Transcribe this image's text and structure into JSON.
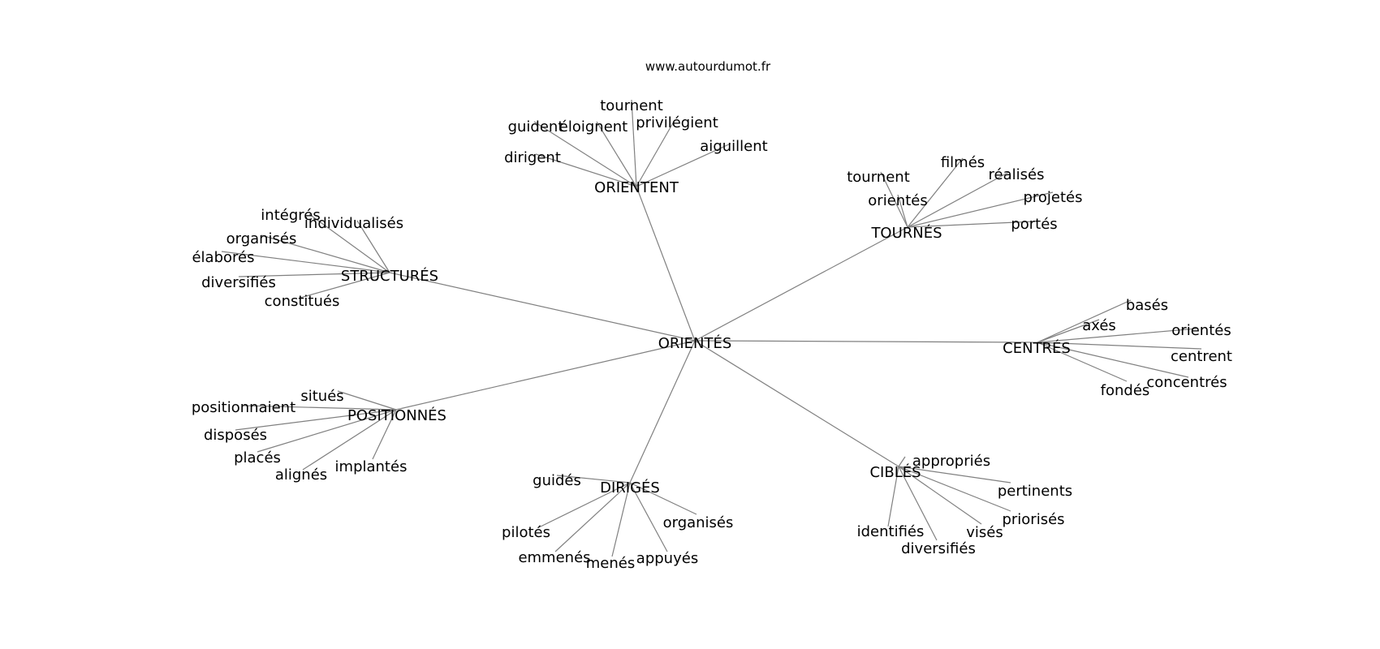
{
  "watermark": "www.autourdumot.fr",
  "center": {
    "label": "ORIENTÉS"
  },
  "colors": {
    "edge": "#808080",
    "text": "#000000",
    "background": "#ffffff"
  },
  "groups": [
    {
      "hub": "ORIENTENT",
      "leaves": [
        "tournent",
        "guident",
        "éloignent",
        "privilégient",
        "aiguillent",
        "dirigent"
      ]
    },
    {
      "hub": "TOURNÉS",
      "leaves": [
        "tournent",
        "filmés",
        "réalisés",
        "orientés",
        "projetés",
        "portés"
      ]
    },
    {
      "hub": "STRUCTURÉS",
      "leaves": [
        "intégrés",
        "individualisés",
        "organisés",
        "élaborés",
        "diversifiés",
        "constitués"
      ]
    },
    {
      "hub": "CENTRÉS",
      "leaves": [
        "basés",
        "axés",
        "orientés",
        "centrent",
        "concentrés",
        "fondés"
      ]
    },
    {
      "hub": "POSITIONNÉS",
      "leaves": [
        "situés",
        "positionnaient",
        "disposés",
        "placés",
        "alignés",
        "implantés"
      ]
    },
    {
      "hub": "DIRIGÉS",
      "leaves": [
        "guidés",
        "organisés",
        "pilotés",
        "emmenés",
        "menés",
        "appuyés"
      ]
    },
    {
      "hub": "CIBLÉS",
      "leaves": [
        "appropriés",
        "pertinents",
        "priorisés",
        "identifiés",
        "visés",
        "diversifiés"
      ]
    }
  ]
}
